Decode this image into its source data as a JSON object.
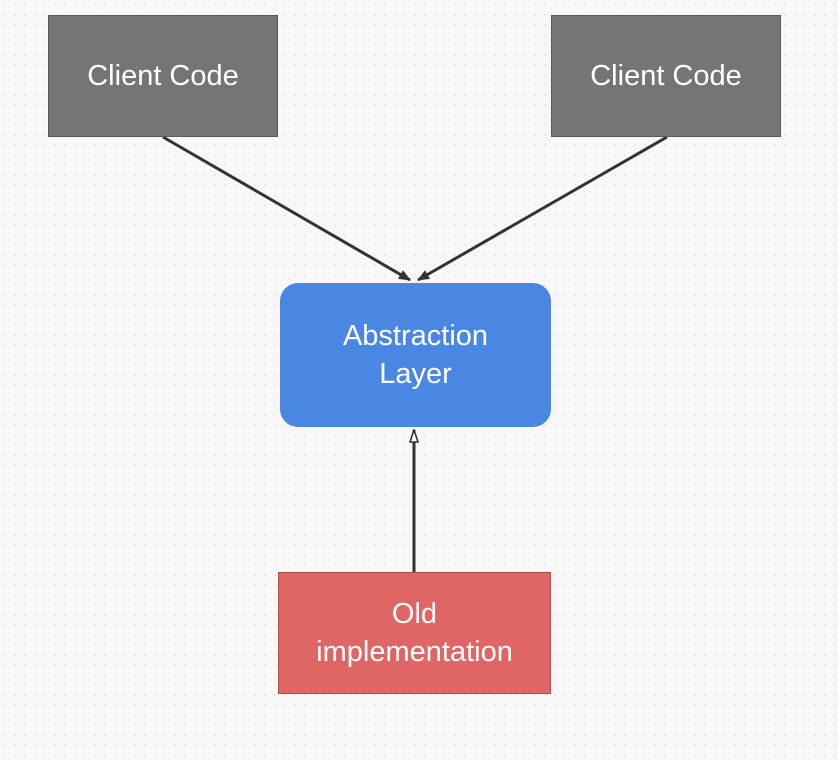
{
  "colors": {
    "client_fill": "#757575",
    "abstraction_fill": "#4a87e3",
    "old_fill": "#e06666",
    "connector": "#333333"
  },
  "nodes": {
    "client_left": {
      "label": "Client Code"
    },
    "client_right": {
      "label": "Client Code"
    },
    "abstraction": {
      "label": "Abstraction\nLayer"
    },
    "old_implementation": {
      "label": "Old\nimplementation"
    }
  },
  "edges": [
    {
      "from": "client_left",
      "to": "abstraction",
      "arrow": "filled"
    },
    {
      "from": "client_right",
      "to": "abstraction",
      "arrow": "filled"
    },
    {
      "from": "old_implementation",
      "to": "abstraction",
      "arrow": "hollow"
    }
  ]
}
